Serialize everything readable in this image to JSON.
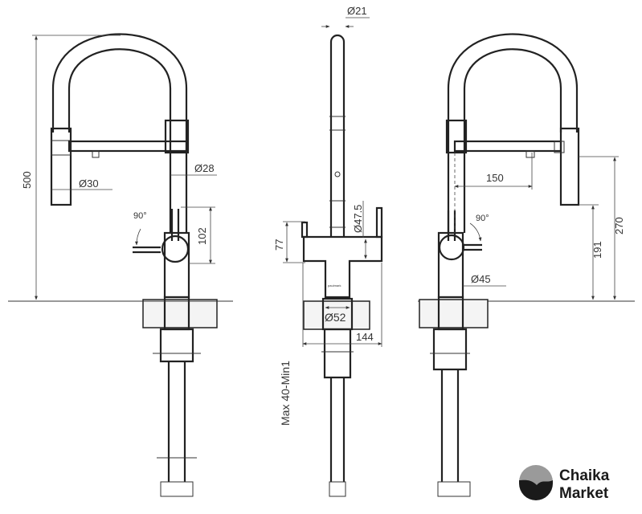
{
  "title": "Kitchen faucet dimension drawing",
  "brand": {
    "name_line1": "Chaika",
    "name_line2": "Market",
    "colors": {
      "dark": "#1a1a1a",
      "grey": "#9a9a9a"
    }
  },
  "engraving": "paulmark",
  "left_view": {
    "height": "500",
    "spray_diameter": "Ø30",
    "body_diameter": "Ø28",
    "lever_angle": "90°",
    "lever_height": "102"
  },
  "front_view": {
    "spout_diameter": "Ø21",
    "handle_height": "77",
    "body_diameter": "Ø47.5",
    "base_diameter": "Ø52",
    "width": "144",
    "countertop": "Max 40-Min1"
  },
  "right_view": {
    "reach": "150",
    "total_height": "270",
    "spout_height": "191",
    "lever_angle": "90°",
    "base_diameter": "Ø45"
  }
}
